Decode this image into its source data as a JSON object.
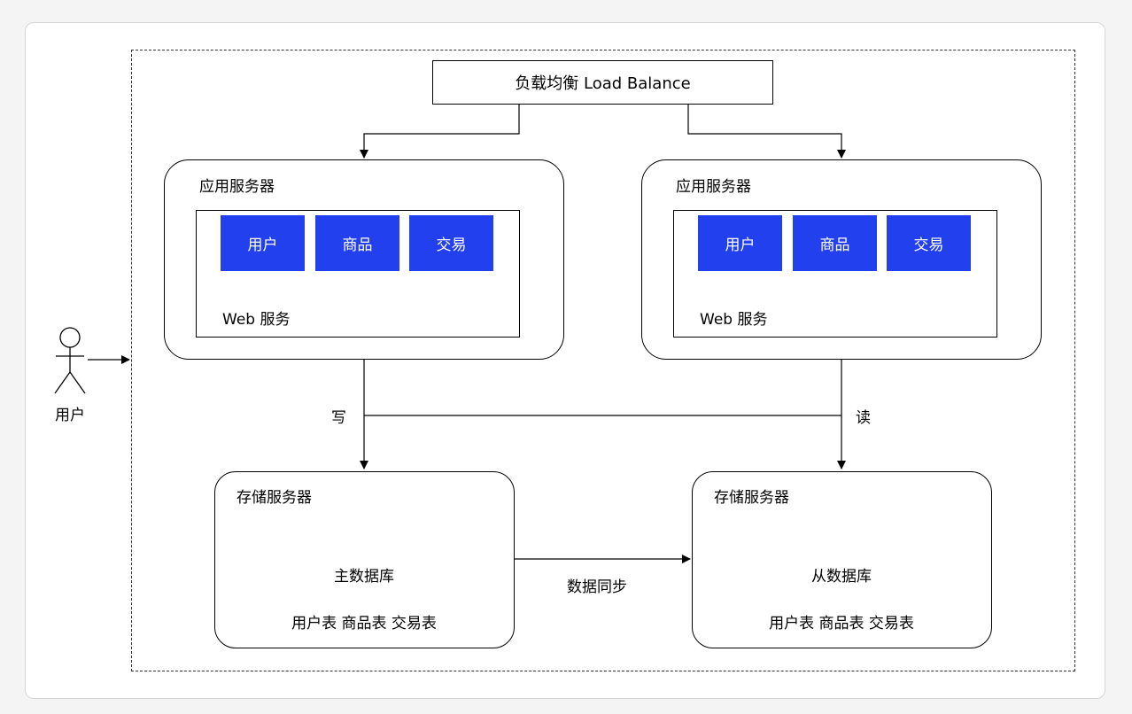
{
  "load_balancer": {
    "label": "负载均衡 Load Balance"
  },
  "app_servers": [
    {
      "title": "应用服务器",
      "modules": [
        "用户",
        "商品",
        "交易"
      ],
      "web_label": "Web 服务"
    },
    {
      "title": "应用服务器",
      "modules": [
        "用户",
        "商品",
        "交易"
      ],
      "web_label": "Web 服务"
    }
  ],
  "storage_servers": [
    {
      "title": "存储服务器",
      "db_label": "主数据库",
      "tables_label": "用户表 商品表 交易表"
    },
    {
      "title": "存储服务器",
      "db_label": "从数据库",
      "tables_label": "用户表 商品表 交易表"
    }
  ],
  "user": {
    "label": "用户"
  },
  "edges": {
    "write": "写",
    "read": "读",
    "sync": "数据同步"
  },
  "colors": {
    "module_fill": "#2340ee",
    "module_text": "#ffffff",
    "stroke": "#000000"
  }
}
